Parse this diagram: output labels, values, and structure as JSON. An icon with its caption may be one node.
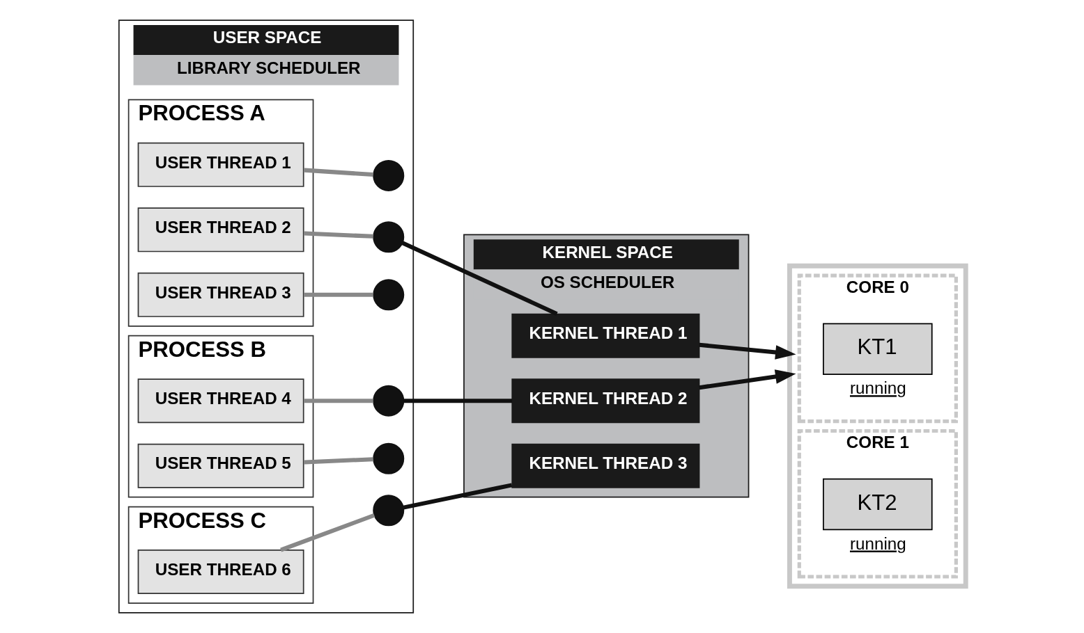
{
  "diagram": {
    "nodes": [
      {
        "text": [
          "USER SPACE",
          "LIBRARY SCHEDULER"
        ]
      },
      {
        "text": [
          "PROCESS A"
        ],
        "in": 0
      },
      {
        "text": [
          "USER THREAD 1"
        ],
        "in": 1
      },
      {
        "text": [
          "USER THREAD 2"
        ],
        "in": 1
      },
      {
        "text": [
          "USER THREAD 3"
        ],
        "in": 1
      },
      {
        "text": [
          "PROCESS B"
        ],
        "in": 0
      },
      {
        "text": [
          "USER THREAD 4"
        ],
        "in": 5
      },
      {
        "text": [
          "USER THREAD 5"
        ],
        "in": 5
      },
      {
        "text": [
          "PROCESS C"
        ],
        "in": 0
      },
      {
        "text": [
          "USER THREAD 6"
        ],
        "in": 8
      },
      {
        "text": [],
        "shape": "circle",
        "in": 0
      },
      {
        "text": [],
        "shape": "circle",
        "in": 0
      },
      {
        "text": [],
        "shape": "circle",
        "in": 0
      },
      {
        "text": [],
        "shape": "circle",
        "in": 0
      },
      {
        "text": [],
        "shape": "circle",
        "in": 0
      },
      {
        "text": [],
        "shape": "circle",
        "in": 0
      },
      {
        "text": [
          "KERNEL SPACE",
          "OS SCHEDULER"
        ]
      },
      {
        "text": [
          "KERNEL THREAD 1"
        ],
        "in": 16
      },
      {
        "text": [
          "KERNEL THREAD 2"
        ],
        "in": 16
      },
      {
        "text": [
          "KERNEL THREAD 3"
        ],
        "in": 16
      },
      {
        "text": [],
        "shape": "box"
      },
      {
        "text": [
          "CORE 0"
        ],
        "in": 20
      },
      {
        "text": [
          "KT1"
        ],
        "in": 21,
        "beside": [
          "running"
        ]
      },
      {
        "text": [
          "CORE 1"
        ],
        "in": 20
      },
      {
        "text": [
          "KT2"
        ],
        "in": 23,
        "beside": [
          "running"
        ]
      }
    ],
    "edges": [
      {
        "from": 2,
        "to": 10,
        "arrow": "none"
      },
      {
        "from": 3,
        "to": 11,
        "arrow": "none"
      },
      {
        "from": 4,
        "to": 12,
        "arrow": "none"
      },
      {
        "from": 6,
        "to": 13,
        "arrow": "none"
      },
      {
        "from": 7,
        "to": 14,
        "arrow": "none"
      },
      {
        "from": 9,
        "to": 15,
        "arrow": "none"
      },
      {
        "from": 11,
        "to": 17,
        "arrow": "none",
        "color": "#111111"
      },
      {
        "from": 13,
        "to": 18,
        "arrow": "none",
        "color": "#111111"
      },
      {
        "from": 15,
        "to": 19,
        "arrow": "none",
        "color": "#111111"
      },
      {
        "from": 17,
        "to": 20,
        "arrow": "to",
        "color": "#111111"
      },
      {
        "from": 18,
        "to": 20,
        "arrow": "to",
        "color": "#111111"
      }
    ]
  }
}
